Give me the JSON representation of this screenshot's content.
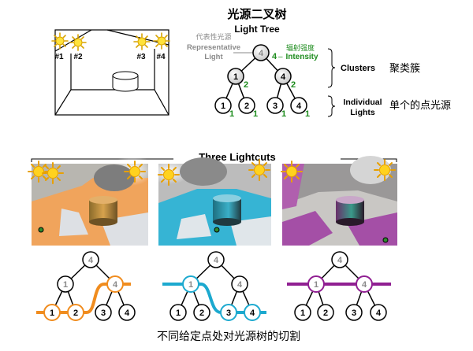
{
  "title": {
    "zh": "光源二叉树",
    "en": "Light Tree"
  },
  "room": {
    "lights": [
      "#1",
      "#2",
      "#3",
      "#4"
    ]
  },
  "tree": {
    "nodes": {
      "root": "4",
      "mid_left": "1",
      "mid_right": "4",
      "leaves": [
        "1",
        "2",
        "3",
        "4"
      ]
    },
    "intensities": {
      "root": "4",
      "mid_left": "2",
      "mid_right": "2",
      "leaves": [
        "1",
        "1",
        "1",
        "1"
      ]
    },
    "representative_label": {
      "zh": "代表性光源",
      "en_line1": "Representative",
      "en_line2": "Light"
    },
    "intensity_label": {
      "zh": "辐射强度",
      "en": "Intensity",
      "dash": "–"
    },
    "clusters_label": {
      "en": "Clusters",
      "zh": "聚类簇"
    },
    "individual_label": {
      "en_line1": "Individual",
      "en_line2": "Lights",
      "zh": "单个的点光源"
    }
  },
  "lightcuts": {
    "title": "Three Lightcuts",
    "caption": "不同给定点处对光源树的切割",
    "panels": [
      {
        "name": "orange",
        "floor": "#f0a45c",
        "cut": "#f08c1e"
      },
      {
        "name": "cyan",
        "floor": "#36b4d4",
        "cut": "#1ca9cf"
      },
      {
        "name": "purple",
        "floor": "#a44fa6",
        "cut": "#901f92"
      }
    ],
    "nodes": {
      "root": "4",
      "mid_left": "1",
      "mid_right": "4",
      "leaves": [
        "1",
        "2",
        "3",
        "4"
      ]
    }
  },
  "colors": {
    "green": "#1e8c1e",
    "gray": "#8a8a8a",
    "sun": "#f5c81e"
  }
}
